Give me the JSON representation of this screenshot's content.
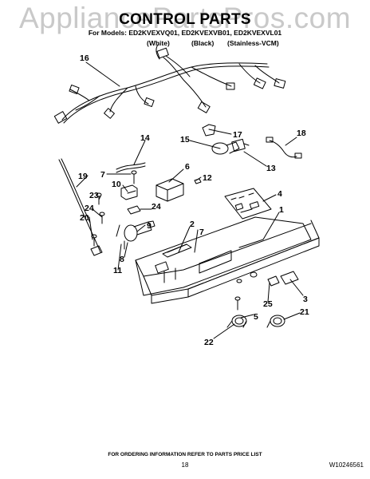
{
  "watermark": "AppliancePartsPros.com",
  "title": "CONTROL PARTS",
  "models": "For Models: ED2KVEXVQ01, ED2KVEXVB01, ED2KVEXVL01",
  "variants": [
    "(White)",
    "(Black)",
    "(Stainless-VCM)"
  ],
  "callouts": [
    "16",
    "17",
    "18",
    "15",
    "13",
    "14",
    "6",
    "7",
    "12",
    "19",
    "10",
    "4",
    "23",
    "24",
    "24",
    "9",
    "1",
    "20",
    "2",
    "7",
    "8",
    "11",
    "25",
    "3",
    "5",
    "21",
    "22"
  ],
  "footer_note": "FOR ORDERING INFORMATION REFER TO PARTS PRICE LIST",
  "page_number": "18",
  "doc_id": "W10246561"
}
